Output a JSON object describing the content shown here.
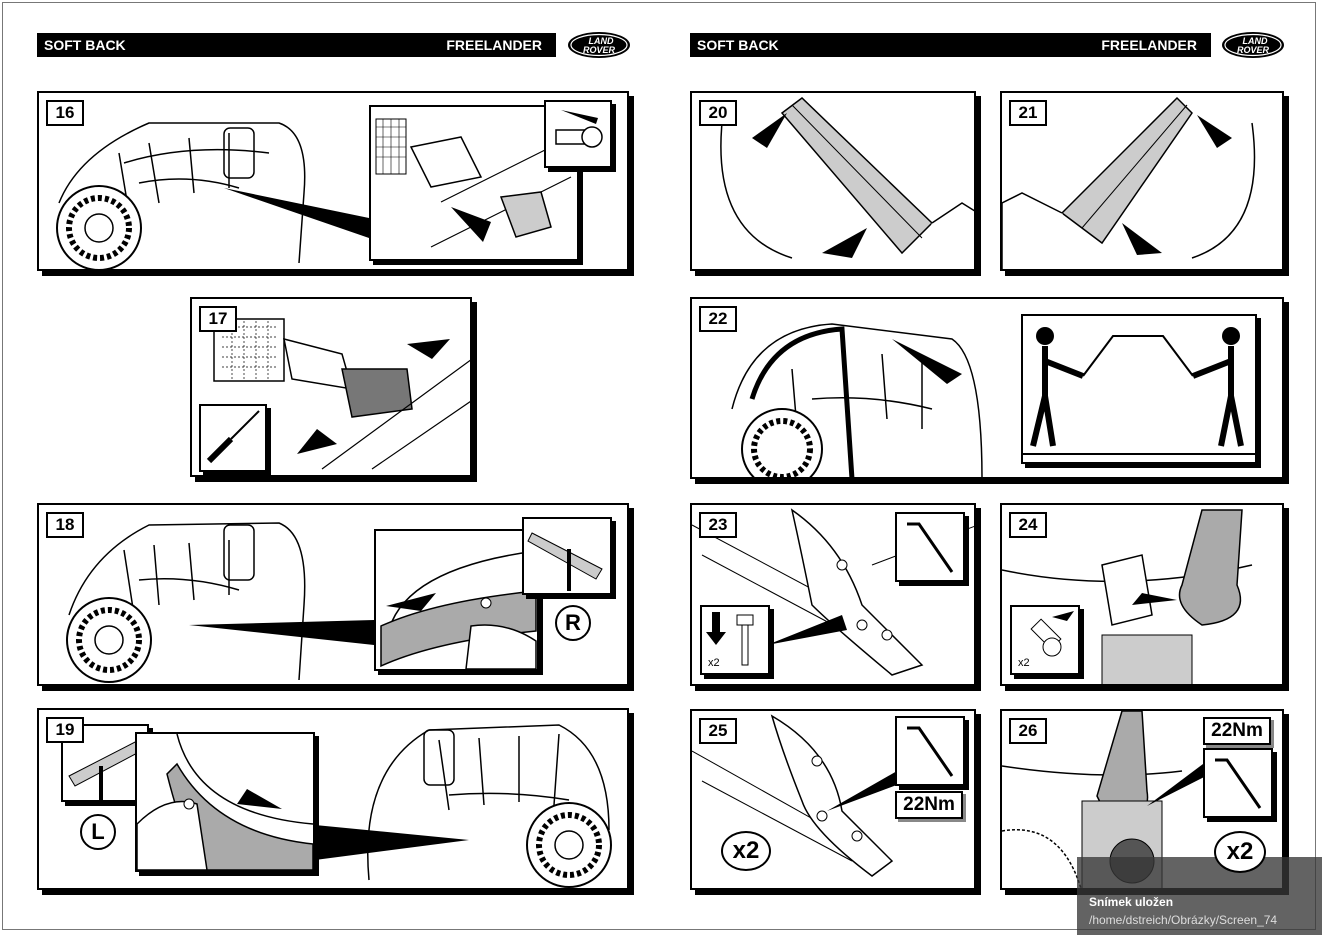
{
  "header": {
    "left_title": "SOFT BACK",
    "right_title": "FREELANDER",
    "logo_text_top": "LAND",
    "logo_text_bottom": "ROVER"
  },
  "steps": {
    "s16": "16",
    "s17": "17",
    "s18": "18",
    "s19": "19",
    "s20": "20",
    "s21": "21",
    "s22": "22",
    "s23": "23",
    "s24": "24",
    "s25": "25",
    "s26": "26"
  },
  "labels": {
    "right_side": "R",
    "left_side": "L",
    "qty_small": "x2",
    "qty_large": "x2",
    "torque": "22Nm"
  },
  "notification": {
    "title": "Snímek uložen",
    "path": "/home/dstreich/Obrázky/Screen_74"
  }
}
